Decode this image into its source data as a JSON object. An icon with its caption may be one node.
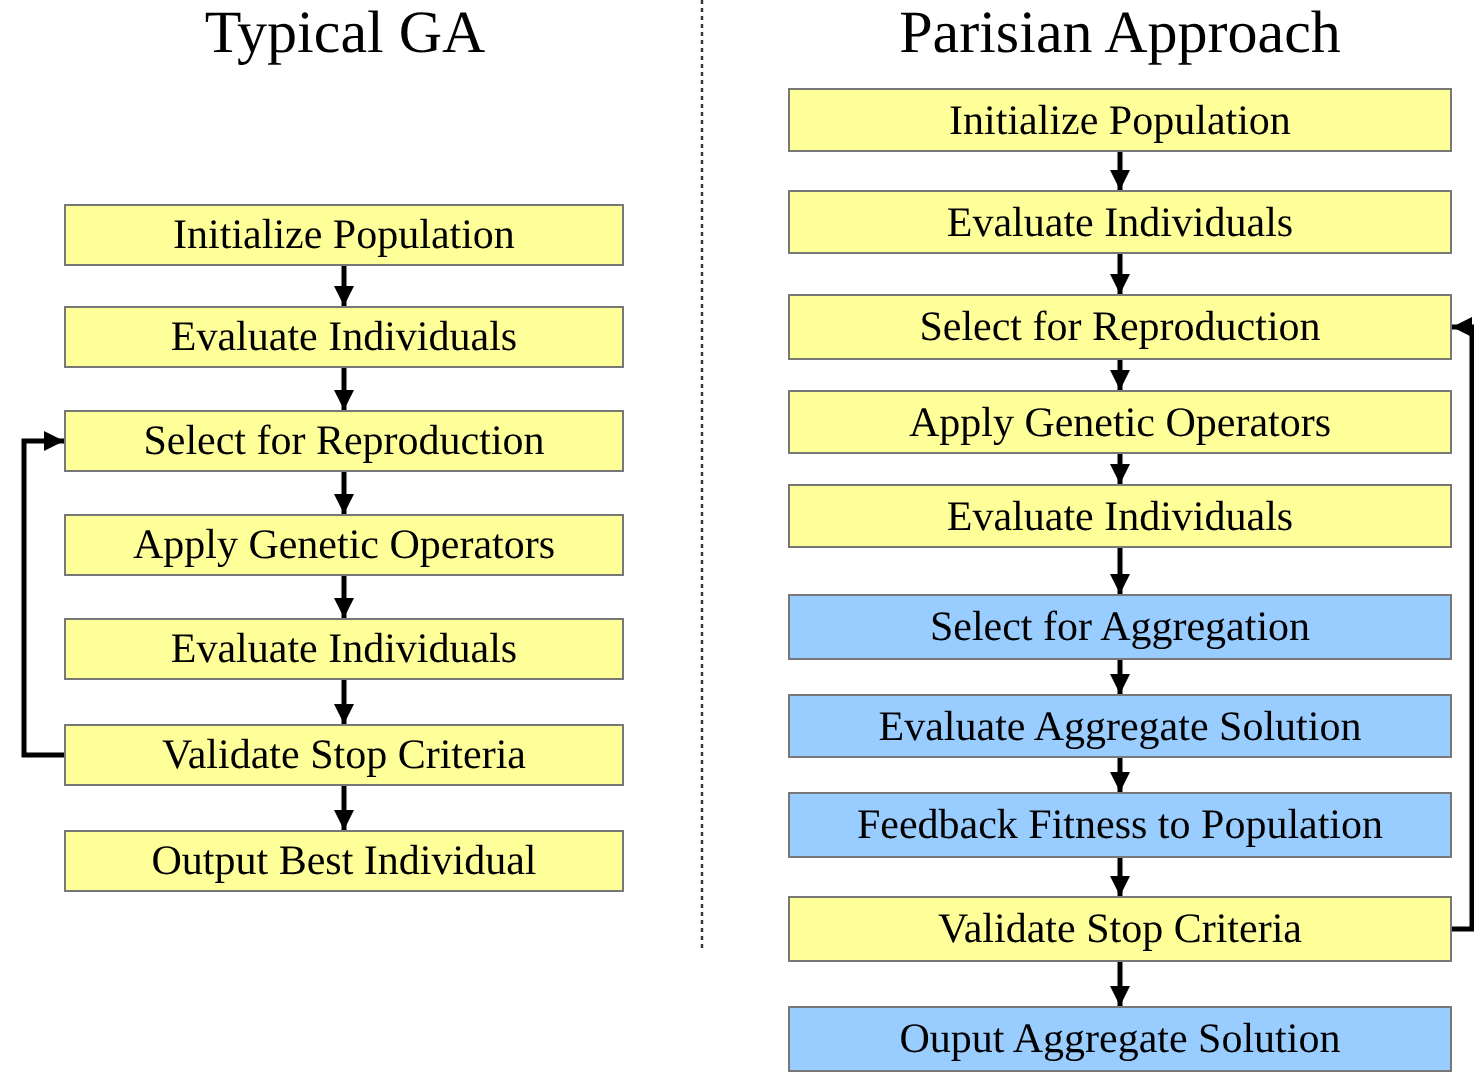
{
  "diagram": {
    "nodes": [
      {
        "text": [
          "Initialize Population"
        ]
      },
      {
        "text": [
          "Evaluate Individuals"
        ]
      },
      {
        "text": [
          "Select for Reproduction"
        ]
      },
      {
        "text": [
          "Apply Genetic Operators"
        ]
      },
      {
        "text": [
          "Evaluate Individuals"
        ]
      },
      {
        "text": [
          "Validate Stop Criteria"
        ]
      },
      {
        "text": [
          "Output Best Individual"
        ]
      },
      {
        "text": [
          "Initialize Population"
        ]
      },
      {
        "text": [
          "Evaluate Individuals"
        ]
      },
      {
        "text": [
          "Select for Reproduction"
        ]
      },
      {
        "text": [
          "Apply Genetic Operators"
        ]
      },
      {
        "text": [
          "Evaluate Individuals"
        ]
      },
      {
        "text": [
          "Select for Aggregation"
        ]
      },
      {
        "text": [
          "Evaluate Aggregate Solution"
        ]
      },
      {
        "text": [
          "Feedback Fitness to Population"
        ]
      },
      {
        "text": [
          "Validate Stop Criteria"
        ]
      },
      {
        "text": [
          "Ouput Aggregate Solution"
        ]
      }
    ],
    "edges": [
      {
        "from": 0,
        "to": 1,
        "arrow": "to"
      },
      {
        "from": 1,
        "to": 2,
        "arrow": "to"
      },
      {
        "from": 2,
        "to": 3,
        "arrow": "to"
      },
      {
        "from": 3,
        "to": 4,
        "arrow": "to"
      },
      {
        "from": 4,
        "to": 5,
        "arrow": "to"
      },
      {
        "from": 5,
        "to": 6,
        "arrow": "to"
      },
      {
        "from": 5,
        "to": 2,
        "arrow": "to"
      },
      {
        "from": 7,
        "to": 8,
        "arrow": "to"
      },
      {
        "from": 8,
        "to": 9,
        "arrow": "to"
      },
      {
        "from": 9,
        "to": 10,
        "arrow": "to"
      },
      {
        "from": 10,
        "to": 11,
        "arrow": "to"
      },
      {
        "from": 11,
        "to": 12,
        "arrow": "to"
      },
      {
        "from": 12,
        "to": 13,
        "arrow": "to"
      },
      {
        "from": 13,
        "to": 14,
        "arrow": "to"
      },
      {
        "from": 14,
        "to": 15,
        "arrow": "to"
      },
      {
        "from": 15,
        "to": 16,
        "arrow": "to"
      },
      {
        "from": 15,
        "to": 9,
        "arrow": "to"
      }
    ],
    "labels": [
      "Typical GA",
      "Parisian Approach"
    ]
  }
}
